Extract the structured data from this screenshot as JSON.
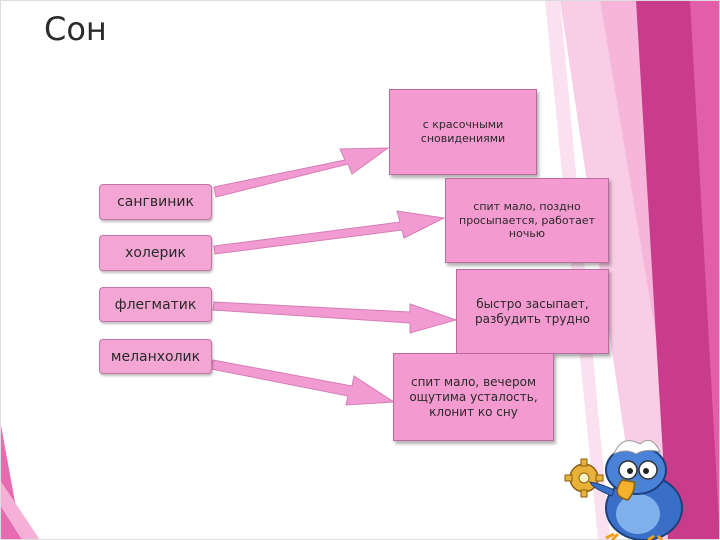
{
  "slide": {
    "title": "Сон"
  },
  "diagram": {
    "temperaments": [
      {
        "label": "сангвиник"
      },
      {
        "label": "холерик"
      },
      {
        "label": "флегматик"
      },
      {
        "label": "меланхолик"
      }
    ],
    "descriptions": [
      {
        "text": "с красочными сновидениями"
      },
      {
        "text": "спит мало, поздно просыпается, работает ночью"
      },
      {
        "text": "быстро засыпает, разбудить трудно"
      },
      {
        "text": "спит мало, вечером ощутима усталость, клонит ко сну"
      }
    ]
  },
  "colors": {
    "box_fill": "#f3a6d4",
    "description_fill": "#f39ad0",
    "arrow_fill": "#f29bd2",
    "accent_magenta": "#c2277f",
    "accent_pink": "#f28bc6"
  },
  "decor": {
    "mascot": "cartoon-bird-with-gear-icon"
  }
}
